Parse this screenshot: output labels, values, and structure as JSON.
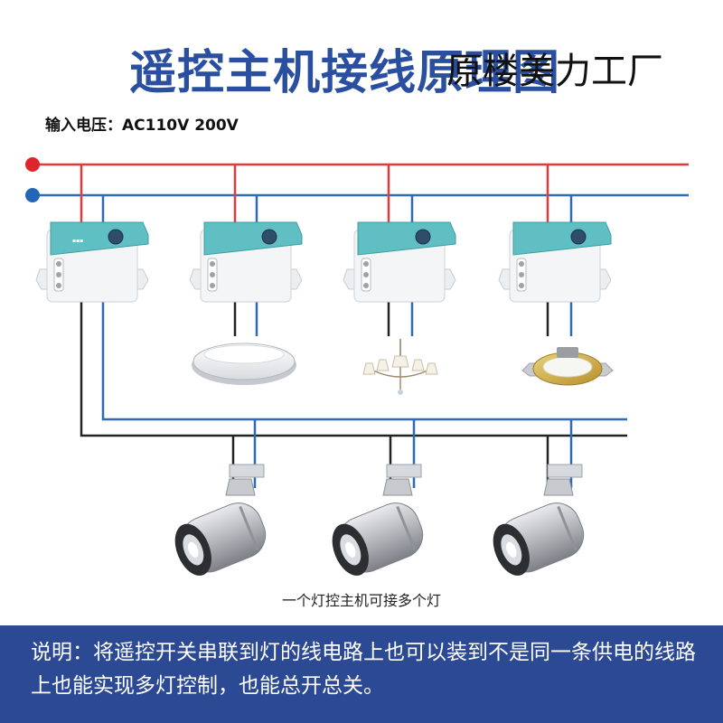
{
  "title": "遥控主机接线原理图",
  "watermark": "原楼美力工厂",
  "voltage_label": "输入电压：AC110V  200V",
  "caption": "一个灯控主机可接多个灯",
  "note": "说明：将遥控开关串联到灯的线电路上也可以装到不是同一条供电的线路上也能实现多灯控制，也能总开总关。",
  "colors": {
    "title": "#2b4fa0",
    "live_wire": "#e23a3a",
    "neutral_wire": "#2f6ab8",
    "load_wire": "#222222",
    "note_band": "#2c4a94",
    "module_label": "#4fb6b8"
  },
  "controllers": [
    "controller-1",
    "controller-2",
    "controller-3",
    "controller-4"
  ],
  "lamps": [
    "ceiling-light-icon",
    "chandelier-icon",
    "downlight-icon",
    "spotlight-icon",
    "spotlight-icon",
    "spotlight-icon"
  ]
}
